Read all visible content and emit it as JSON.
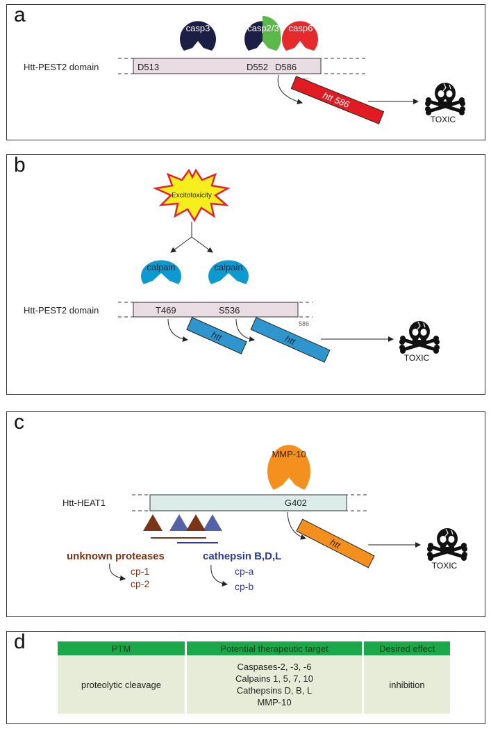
{
  "panels": {
    "a": {
      "label": "a",
      "domain_label": "Htt-PEST2 domain",
      "sites": [
        "D513",
        "D552",
        "D586"
      ],
      "end_number": "586",
      "enzymes": [
        "casp3",
        "casp2/3",
        "casp6"
      ],
      "fragment": "htt 586",
      "outcome": "TOXIC"
    },
    "b": {
      "label": "b",
      "trigger": "Excitotoxicity",
      "enzymes": [
        "calpain",
        "calpain"
      ],
      "domain_label": "Htt-PEST2 domain",
      "sites": [
        "T469",
        "S536"
      ],
      "end_number": "586",
      "fragments": [
        "htt",
        "htt"
      ],
      "outcome": "TOXIC"
    },
    "c": {
      "label": "c",
      "enzyme": "MMP-10",
      "domain_label": "Htt-HEAT1",
      "site": "G402",
      "unknown_label": "unknown proteases",
      "unknown_products": [
        "cp-1",
        "cp-2"
      ],
      "cathepsin_label": "cathepsin B,D,L",
      "cathepsin_products": [
        "cp-a",
        "cp-b"
      ],
      "fragment": "htt",
      "outcome": "TOXIC"
    },
    "d": {
      "label": "d",
      "headers": [
        "PTM",
        "Potential therapeutic target",
        "Desired effect"
      ],
      "ptm": "proteolytic cleavage",
      "targets": [
        "Caspases-2, -3, -6",
        "Calpains 1, 5, 7, 10",
        "Cathepsins D, B, L",
        "MMP-10"
      ],
      "effect": "inhibition"
    }
  },
  "colors": {
    "casp3": "#1b1f45",
    "casp2_3_green": "#5cb84a",
    "casp6": "#e52a2e",
    "domain_fill": "#e9dde3",
    "htt586": "#e11b22",
    "calpain": "#0e9ad0",
    "htt_blue": "#2e95cd",
    "heat_fill": "#dbece9",
    "mmp10": "#f3901e",
    "brown": "#7a3517",
    "navy_blue": "#2e3a8c",
    "tri_blue": "#5463a8",
    "star_fill": "#f7ef1d",
    "star_stroke": "#e2232a",
    "table_header": "#1aa84b",
    "table_cell": "#e6ecd7"
  }
}
